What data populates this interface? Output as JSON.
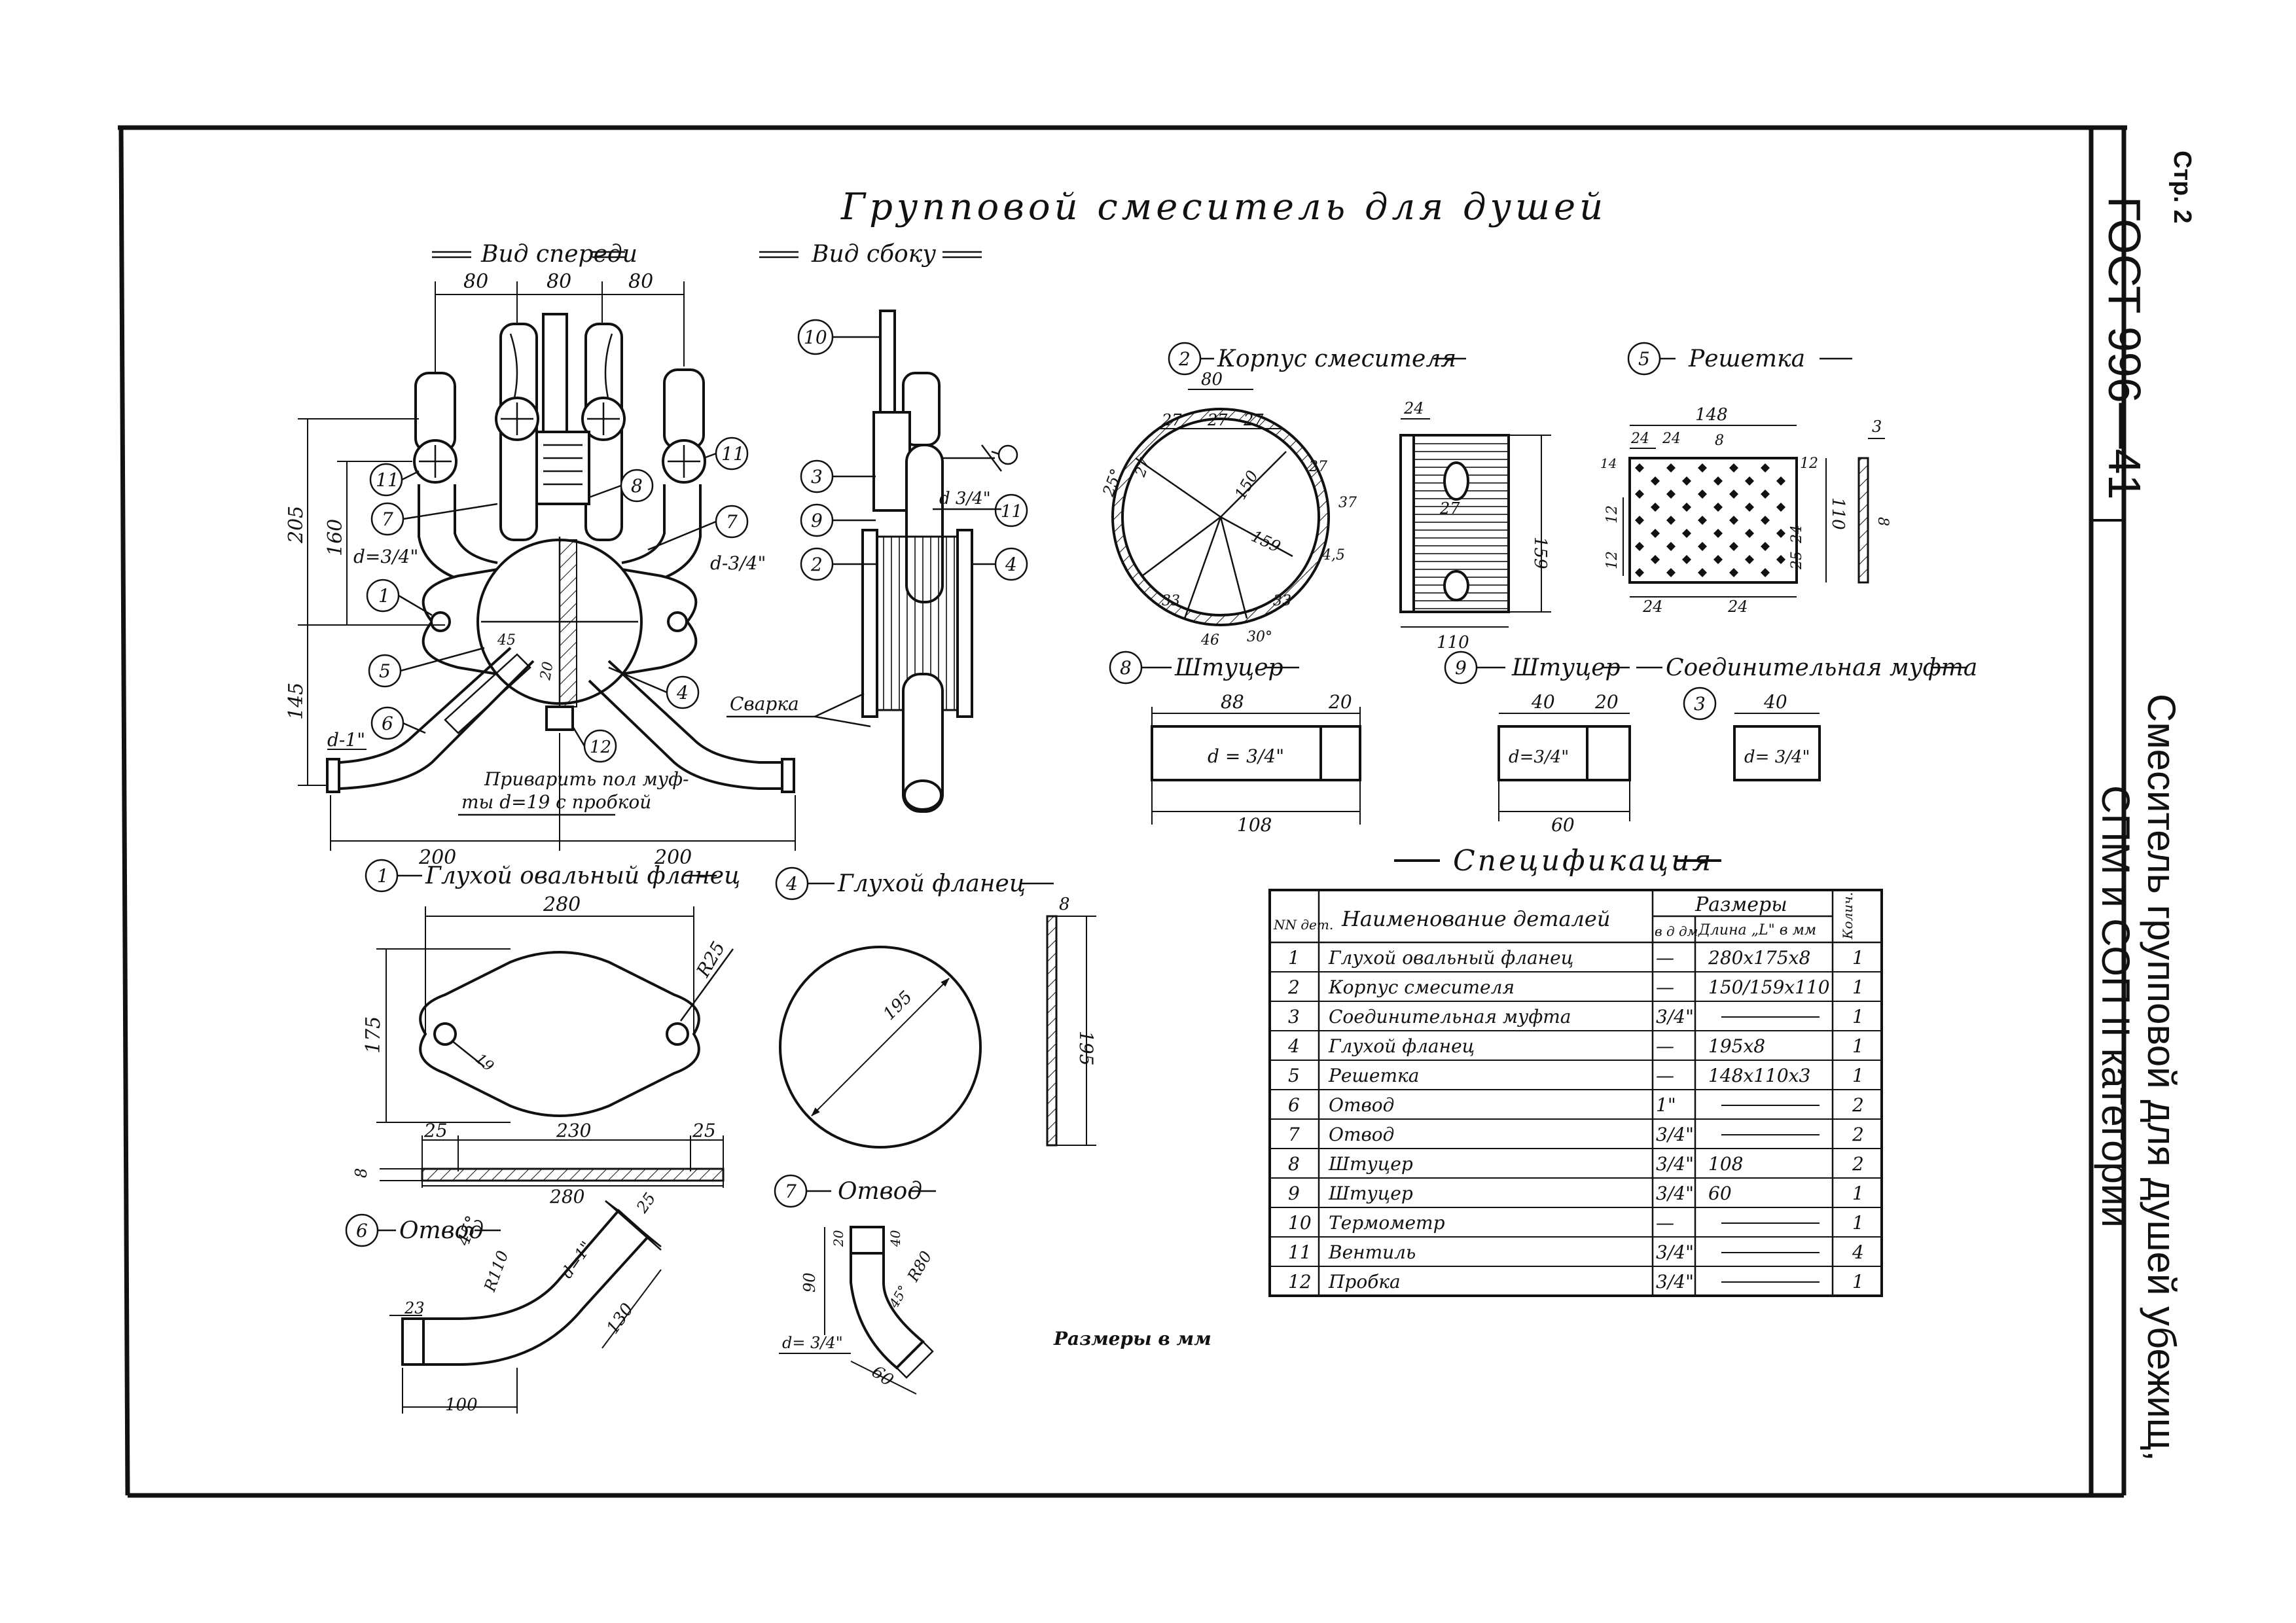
{
  "header": {
    "page": "Стр. 2",
    "standard": "ГОСТ 996—41",
    "title_line1": "Смеситель групповой для душей убежищ,",
    "title_line2": "СПМ и СОП II категории"
  },
  "main_title": "Групповой смеситель для душей",
  "views": {
    "front": "Вид спереди",
    "side": "Вид сбоку"
  },
  "front_view": {
    "dim_top": [
      "80",
      "80",
      "80"
    ],
    "dim_left_205": "205",
    "dim_left_160": "160",
    "dim_left_145": "145",
    "d_left": "d=3/4\"",
    "d_right": "d-3/4\"",
    "d_bottom": "d-1\"",
    "dim_bottom": [
      "200",
      "200"
    ],
    "dim_45": "45",
    "dim_20": "20",
    "note_line1": "Приварить пол муф-",
    "note_line2": "ты d=19 с пробкой",
    "callouts": [
      "11",
      "7",
      "1",
      "5",
      "6",
      "8",
      "11",
      "7",
      "4",
      "12"
    ]
  },
  "side_view": {
    "callouts": [
      "10",
      "3",
      "9",
      "2",
      "11",
      "4"
    ],
    "d_label": "d 3/4\"",
    "weld": "Сварка"
  },
  "part2": {
    "num": "2",
    "label": "Корпус смесителя",
    "dims": [
      "80",
      "27",
      "27",
      "27",
      "27",
      "25°",
      "27",
      "150",
      "159",
      "37",
      "4,5",
      "33",
      "33",
      "46",
      "30°",
      "24",
      "27",
      "159",
      "110"
    ]
  },
  "part5": {
    "num": "5",
    "label": "Решетка",
    "dims": [
      "148",
      "24",
      "24",
      "8",
      "14",
      "12",
      "12",
      "12",
      "110",
      "25",
      "24",
      "24",
      "24",
      "3",
      "8"
    ]
  },
  "part8": {
    "num": "8",
    "label": "Штуцер",
    "d": "d = 3/4\"",
    "dims": [
      "88",
      "20",
      "108"
    ]
  },
  "part9": {
    "num": "9",
    "label": "Штуцер",
    "d": "d=3/4\"",
    "dims": [
      "40",
      "20",
      "60"
    ]
  },
  "part3": {
    "num": "3",
    "label": "Соединительная муфта",
    "d": "d= 3/4\"",
    "dims": [
      "40"
    ]
  },
  "part1": {
    "num": "1",
    "label": "Глухой овальный фланец",
    "dims": [
      "280",
      "175",
      "R25",
      "19",
      "25",
      "230",
      "25",
      "8",
      "280"
    ]
  },
  "part4": {
    "num": "4",
    "label": "Глухой фланец",
    "dims": [
      "195",
      "8",
      "195"
    ]
  },
  "part6": {
    "num": "6",
    "label": "Отвод",
    "dims": [
      "45°",
      "R110",
      "d=1\"",
      "25",
      "23",
      "130",
      "100"
    ]
  },
  "part7": {
    "num": "7",
    "label": "Отвод",
    "dims": [
      "20",
      "90",
      "40",
      "R80",
      "45°",
      "d= 3/4\"",
      "60"
    ]
  },
  "units_note": "Размеры в мм",
  "spec": {
    "title": "Спецификация",
    "col_no": "NN дет.",
    "col_name": "Наименование деталей",
    "col_sizes": "Размеры",
    "col_d": "в д дм",
    "col_len": "Длина „L\" в мм",
    "col_qty": "Колич.",
    "rows": [
      {
        "no": "1",
        "name": "Глухой овальный фланец",
        "d": "—",
        "len": "280x175x8",
        "qty": "1"
      },
      {
        "no": "2",
        "name": "Корпус смесителя",
        "d": "—",
        "len": "150/159x110",
        "qty": "1"
      },
      {
        "no": "3",
        "name": "Соединительная муфта",
        "d": "3/4\"",
        "len": "",
        "qty": "1"
      },
      {
        "no": "4",
        "name": "Глухой фланец",
        "d": "—",
        "len": "195x8",
        "qty": "1"
      },
      {
        "no": "5",
        "name": "Решетка",
        "d": "—",
        "len": "148x110x3",
        "qty": "1"
      },
      {
        "no": "6",
        "name": "Отвод",
        "d": "1\"",
        "len": "",
        "qty": "2"
      },
      {
        "no": "7",
        "name": "Отвод",
        "d": "3/4\"",
        "len": "",
        "qty": "2"
      },
      {
        "no": "8",
        "name": "Штуцер",
        "d": "3/4\"",
        "len": "108",
        "qty": "2"
      },
      {
        "no": "9",
        "name": "Штуцер",
        "d": "3/4\"",
        "len": "60",
        "qty": "1"
      },
      {
        "no": "10",
        "name": "Термометр",
        "d": "—",
        "len": "",
        "qty": "1"
      },
      {
        "no": "11",
        "name": "Вентиль",
        "d": "3/4\"",
        "len": "",
        "qty": "4"
      },
      {
        "no": "12",
        "name": "Пробка",
        "d": "3/4\"",
        "len": "",
        "qty": "1"
      }
    ]
  }
}
